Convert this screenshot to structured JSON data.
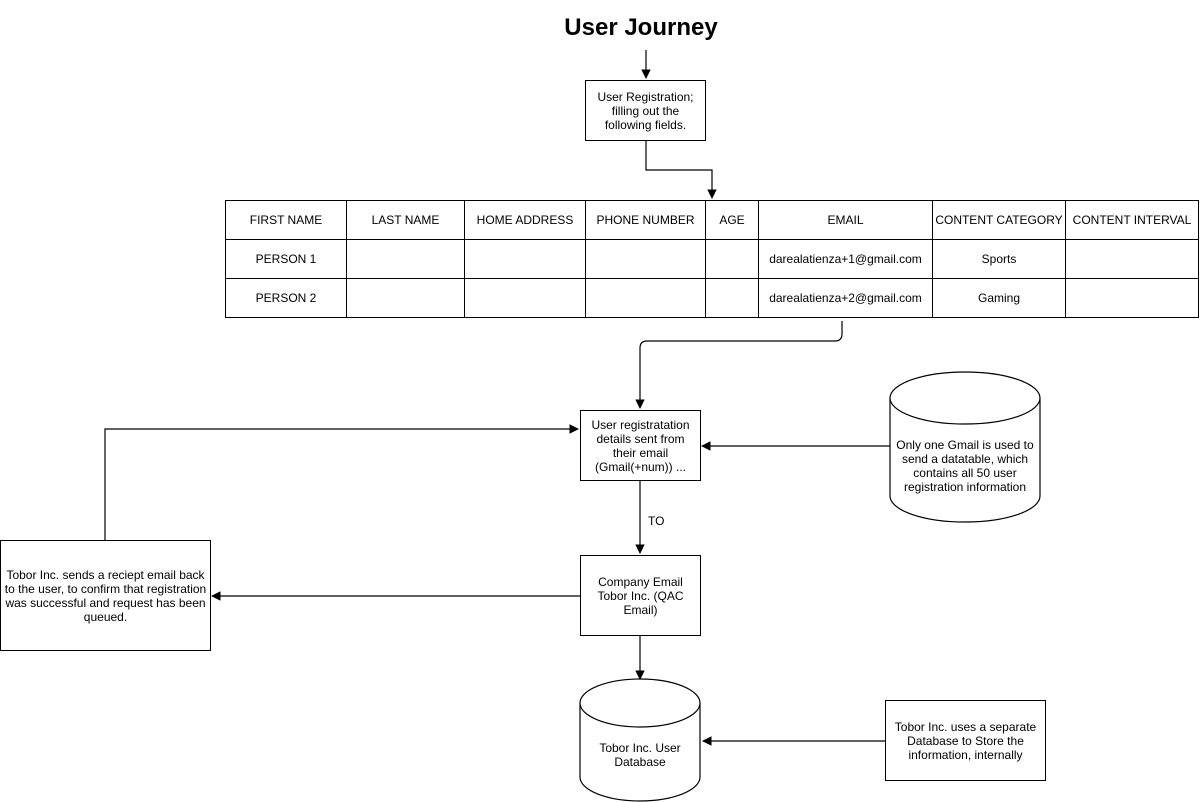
{
  "title": "User Journey",
  "registration_box": "User Registration; filling out the following fields.",
  "table": {
    "headers": [
      "FIRST NAME",
      "LAST NAME",
      "HOME ADDRESS",
      "PHONE NUMBER",
      "AGE",
      "EMAIL",
      "CONTENT CATEGORY",
      "CONTENT INTERVAL"
    ],
    "rows": [
      [
        "PERSON 1",
        "",
        "",
        "",
        "",
        "darealatienza+1@gmail.com",
        "Sports",
        ""
      ],
      [
        "PERSON 2",
        "",
        "",
        "",
        "",
        "darealatienza+2@gmail.com",
        "Gaming",
        ""
      ]
    ]
  },
  "details_box": "User registratation details sent from their email (Gmail(+num)) ...",
  "gmail_cylinder": "Only one Gmail is used to send a datatable, which contains all 50 user registration information",
  "to_label": "TO",
  "company_box": "Company Email Tobor Inc. (QAC Email)",
  "receipt_box": "Tobor Inc. sends a reciept email back to the user, to confirm that registration was successful and request has been queued.",
  "database_cylinder": "Tobor Inc. User Database",
  "separate_db_box": "Tobor Inc. uses a separate Database to Store the information, internally"
}
